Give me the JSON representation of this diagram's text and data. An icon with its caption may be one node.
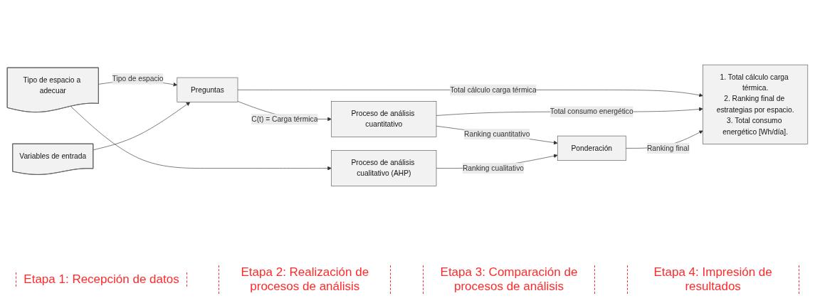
{
  "diagram": {
    "nodes": [
      {
        "text": [
          "Tipo de espacio a adecuar"
        ]
      },
      {
        "text": [
          "Variables de entrada"
        ]
      },
      {
        "text": [
          "Preguntas"
        ]
      },
      {
        "text": [
          "Proceso de análisis cuantitativo"
        ]
      },
      {
        "text": [
          "Proceso de análisis cualitativo (AHP)"
        ]
      },
      {
        "text": [
          "Ponderación"
        ]
      },
      {
        "text": [
          "1. Total cálculo carga térmica.",
          "2. Ranking final de estrategias por espacio.",
          "3. Total consumo energético [Wh/día]."
        ]
      }
    ],
    "edges": [
      {
        "from": 0,
        "to": 2,
        "arrow": "to",
        "label": "Tipo de espacio"
      },
      {
        "from": 0,
        "to": 4,
        "arrow": "to"
      },
      {
        "from": 1,
        "to": 2,
        "arrow": "to"
      },
      {
        "from": 2,
        "to": 3,
        "arrow": "to",
        "label": "C(t) = Carga térmica"
      },
      {
        "from": 2,
        "to": 6,
        "arrow": "to",
        "label": "Total cálculo carga térmica"
      },
      {
        "from": 3,
        "to": 5,
        "arrow": "to",
        "label": "Ranking cuantitativo"
      },
      {
        "from": 3,
        "to": 6,
        "arrow": "to",
        "label": "Total consumo energético"
      },
      {
        "from": 4,
        "to": 5,
        "arrow": "to",
        "label": "Ranking cualitativo"
      },
      {
        "from": 5,
        "to": 6,
        "arrow": "to",
        "label": "Ranking final"
      }
    ],
    "labels": [
      "Etapa 1: Recepción de datos",
      "Etapa 2: Realización de procesos de análisis",
      "Etapa 3: Comparación de procesos de análisis",
      "Etapa 4: Impresión de resultados"
    ]
  }
}
